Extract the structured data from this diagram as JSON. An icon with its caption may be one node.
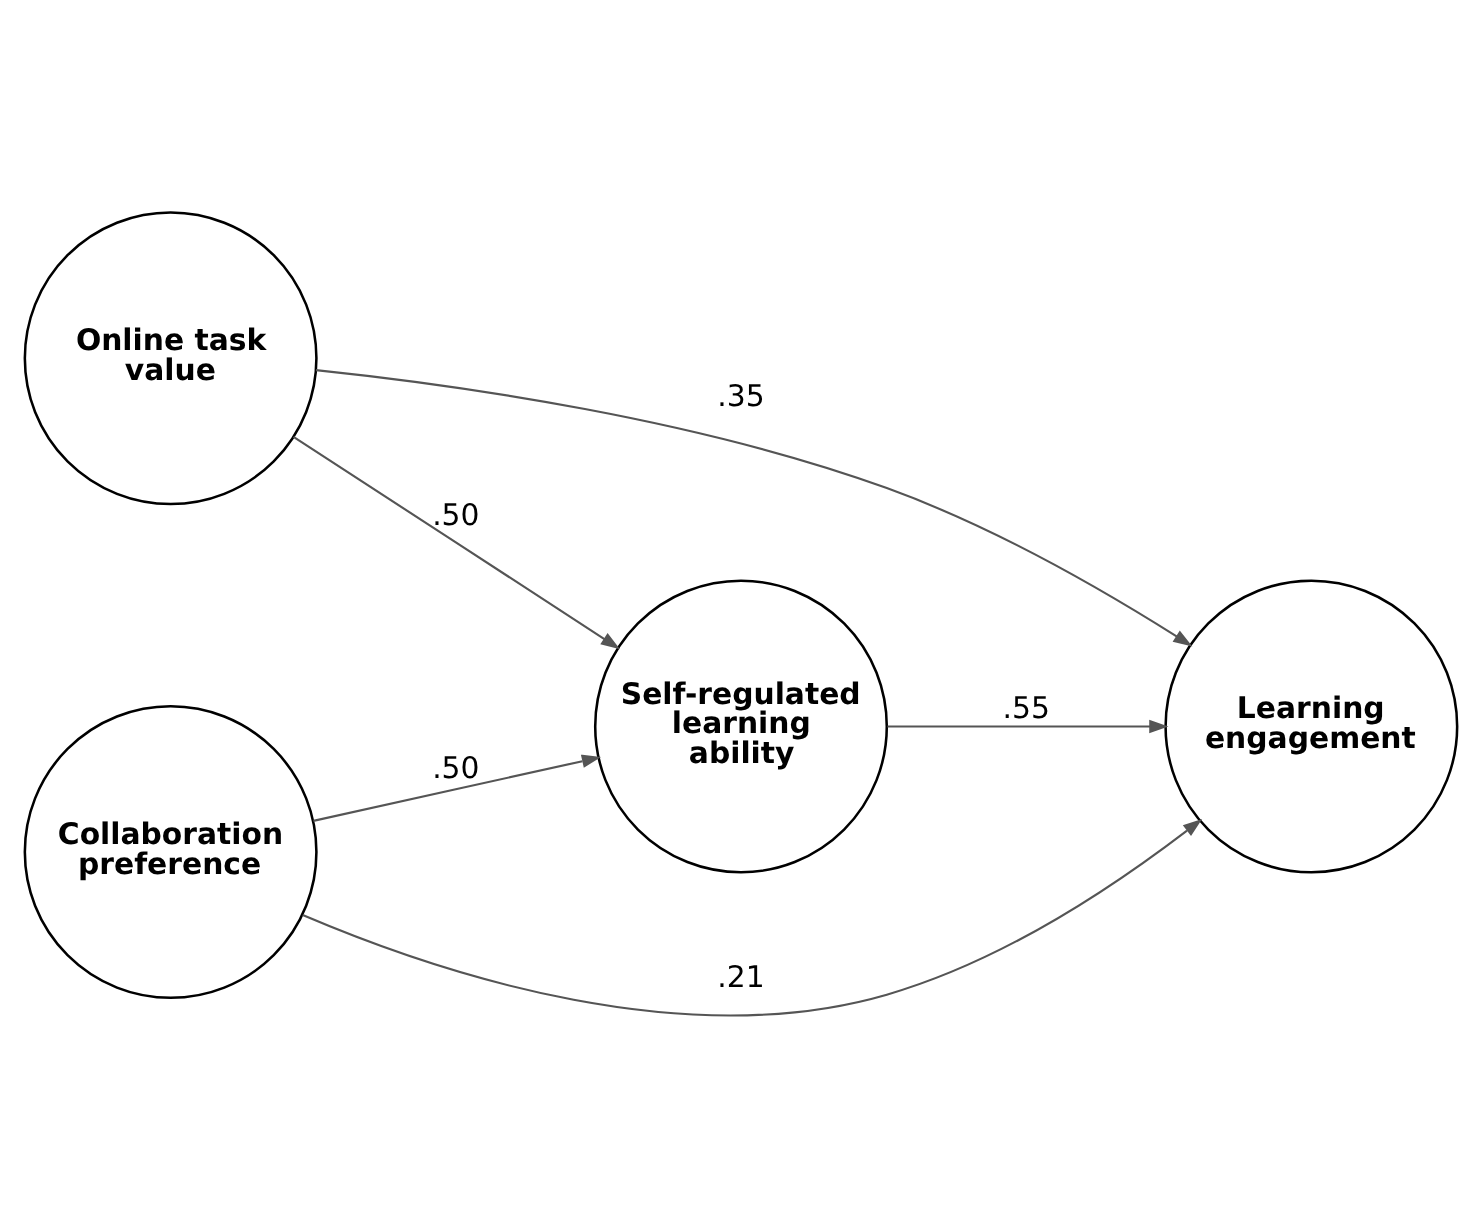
{
  "diagram": {
    "nodes": [
      {
        "text": [
          "Online task value"
        ]
      },
      {
        "text": [
          "Self-regulated learning ability"
        ]
      },
      {
        "text": [
          "Learning engagement"
        ]
      },
      {
        "text": [
          "Collaboration preference"
        ]
      }
    ],
    "edges": [
      {
        "from": 0,
        "to": 1,
        "arrow": "to",
        "label": ".50"
      },
      {
        "from": 0,
        "to": 2,
        "arrow": "to",
        "label": ".35"
      },
      {
        "from": 1,
        "to": 2,
        "arrow": "to",
        "label": ".55"
      },
      {
        "from": 3,
        "to": 1,
        "arrow": "to",
        "label": ".50"
      },
      {
        "from": 3,
        "to": 2,
        "arrow": "to",
        "label": ".21"
      }
    ]
  }
}
